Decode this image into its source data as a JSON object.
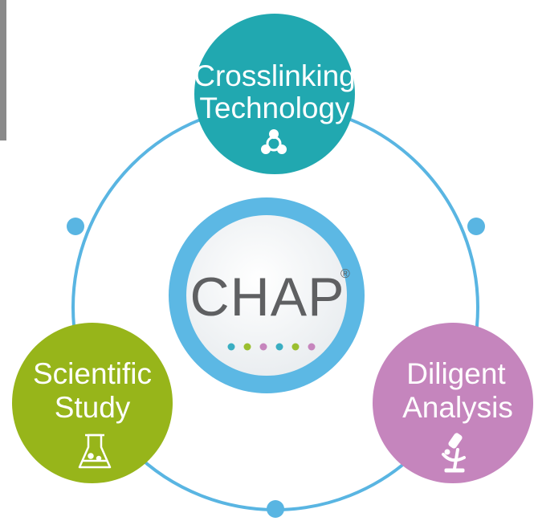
{
  "center": {
    "title": "CHAP",
    "registered_mark": "®",
    "dot_colors": [
      "#3aaec2",
      "#9bbf2f",
      "#c685bd",
      "#3aaec2",
      "#9bbf2f",
      "#c685bd"
    ]
  },
  "nodes": [
    {
      "id": "crosslinking",
      "lines": [
        "Crosslinking",
        "Technology"
      ],
      "color": "#21a8b0",
      "icon": "molecule-icon"
    },
    {
      "id": "scientific",
      "lines": [
        "Scientific",
        "Study"
      ],
      "color": "#97b51a",
      "icon": "flask-icon"
    },
    {
      "id": "diligent",
      "lines": [
        "Diligent",
        "Analysis"
      ],
      "color": "#c585bd",
      "icon": "microscope-icon"
    }
  ],
  "colors": {
    "ring": "#59b5e2",
    "center_ring": "#5cb8e4",
    "center_fill": "#f2f5f7"
  }
}
